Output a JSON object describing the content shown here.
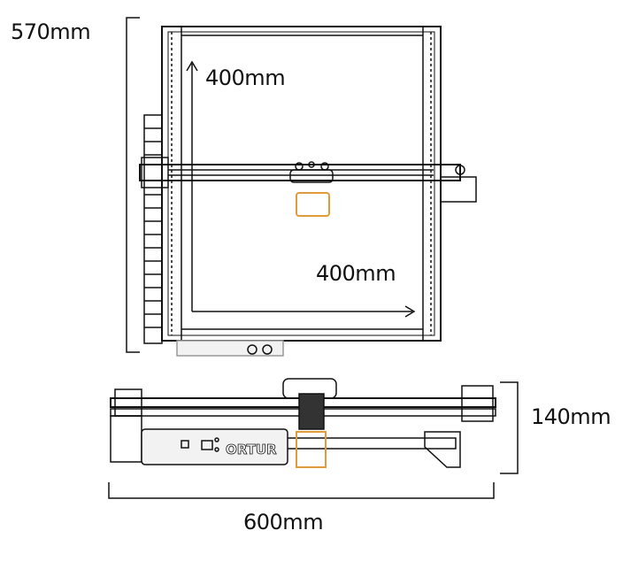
{
  "dimensions": {
    "height_total": "570mm",
    "work_area_y": "400mm",
    "work_area_x": "400mm",
    "side_height": "140mm",
    "width_total": "600mm"
  },
  "logo": "ORTUR",
  "colors": {
    "line": "#111111",
    "accent": "#e39a3b",
    "panel": "#f2f2f2"
  }
}
